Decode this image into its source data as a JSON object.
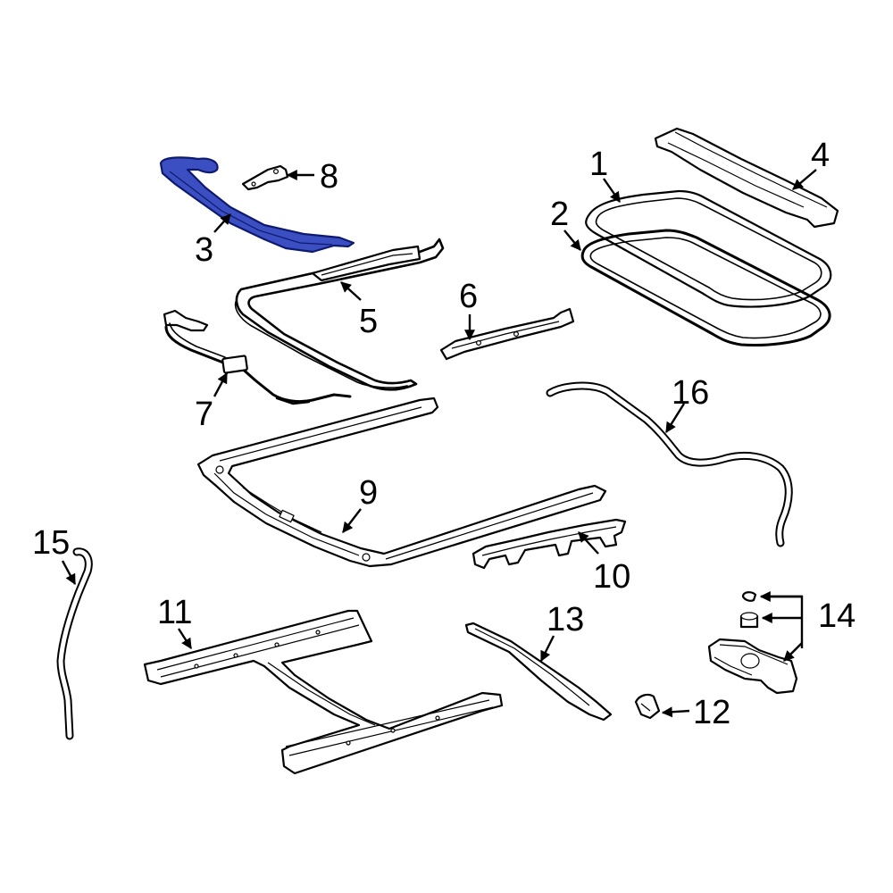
{
  "callouts": {
    "c1": "1",
    "c2": "2",
    "c3": "3",
    "c4": "4",
    "c5": "5",
    "c6": "6",
    "c7": "7",
    "c8": "8",
    "c9": "9",
    "c10": "10",
    "c11": "11",
    "c12": "12",
    "c13": "13",
    "c14": "14",
    "c15": "15",
    "c16": "16"
  },
  "colors": {
    "highlight_fill": "#3c4fc2",
    "highlight_stroke": "#0d1a6e",
    "line": "#000000",
    "background": "#ffffff"
  }
}
